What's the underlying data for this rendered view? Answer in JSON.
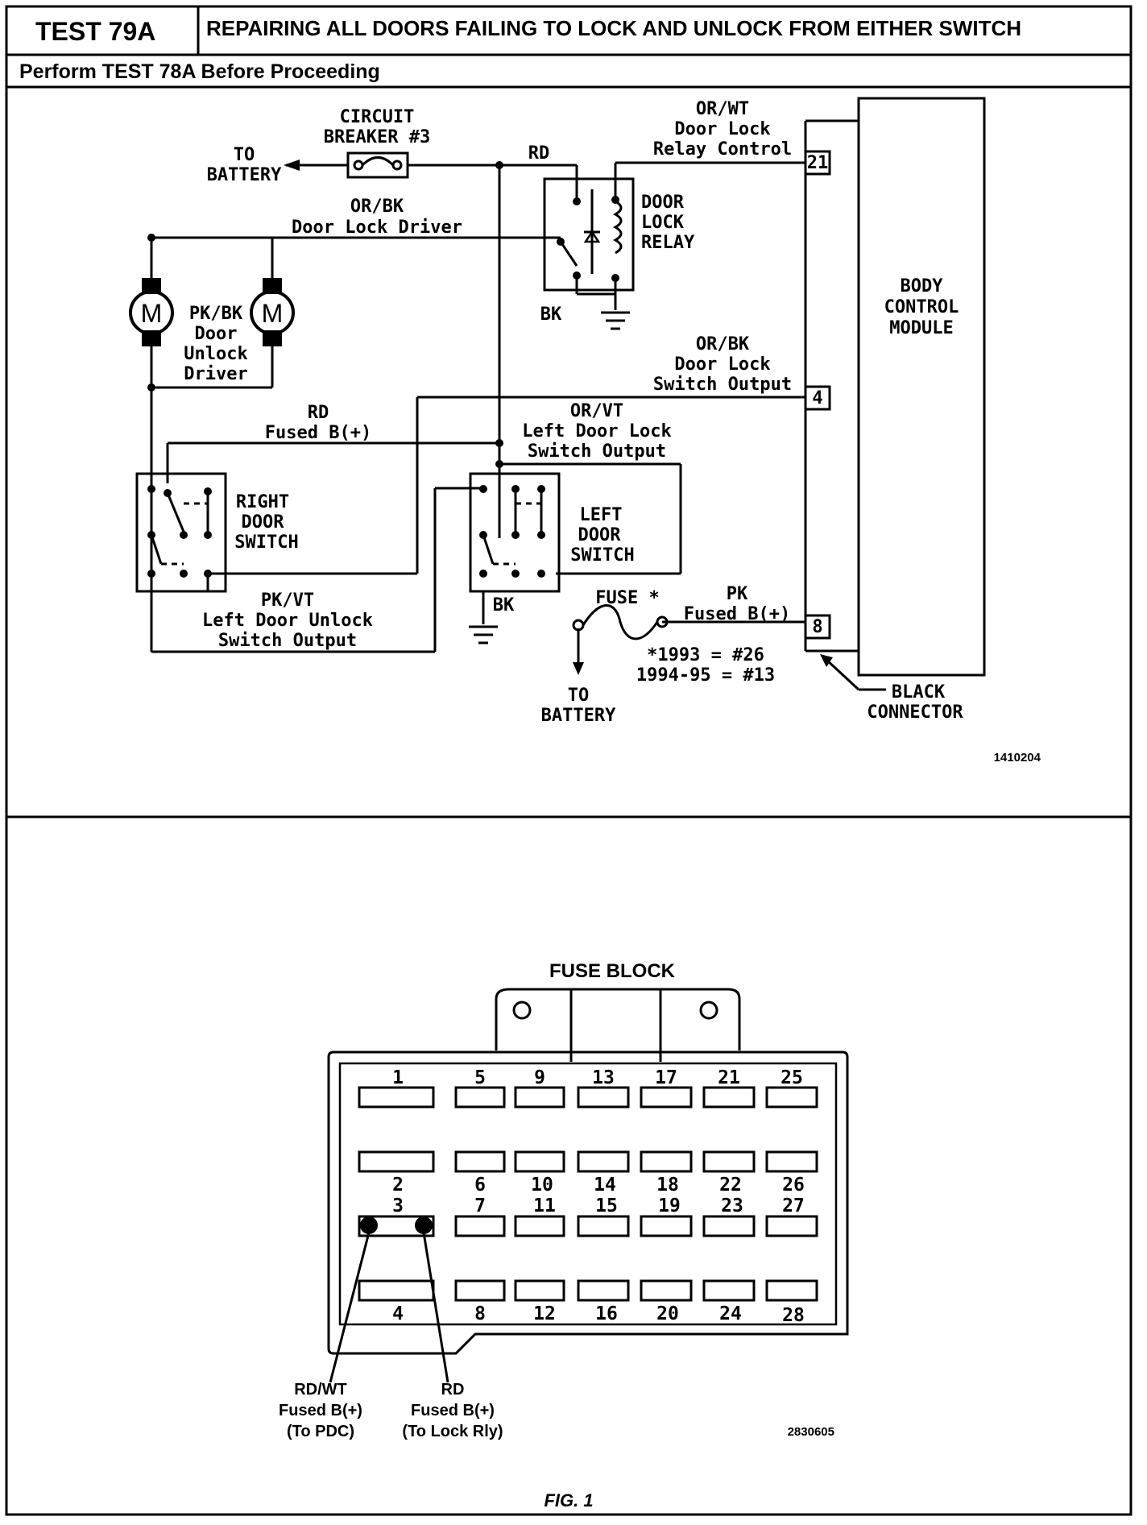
{
  "header": {
    "test_id": "TEST 79A",
    "title": "REPAIRING ALL DOORS FAILING TO LOCK AND UNLOCK FROM EITHER SWITCH",
    "subtitle": "Perform TEST 78A Before Proceeding"
  },
  "schematic": {
    "circuit_breaker": [
      "CIRCUIT",
      "BREAKER #3"
    ],
    "to_battery_top": [
      "TO",
      "BATTERY"
    ],
    "rd_top": "RD",
    "relay_control": [
      "OR/WT",
      "Door Lock",
      "Relay Control"
    ],
    "lock_driver": [
      "OR/BK",
      "Door Lock Driver"
    ],
    "door_lock_relay": [
      "DOOR",
      "LOCK",
      "RELAY"
    ],
    "motor_symbol": "M",
    "unlock_driver": [
      "PK/BK",
      "Door",
      "Unlock",
      "Driver"
    ],
    "bk_relay": "BK",
    "bcm": [
      "BODY",
      "CONTROL",
      "MODULE"
    ],
    "lock_switch_output": [
      "OR/BK",
      "Door Lock",
      "Switch Output"
    ],
    "rd_fused": [
      "RD",
      "Fused B(+)"
    ],
    "left_lock_output": [
      "OR/VT",
      "Left Door Lock",
      "Switch Output"
    ],
    "right_door_switch": [
      "RIGHT",
      "DOOR",
      "SWITCH"
    ],
    "left_door_switch": [
      "LEFT",
      "DOOR",
      "SWITCH"
    ],
    "left_unlock_output": [
      "PK/VT",
      "Left Door Unlock",
      "Switch Output"
    ],
    "bk_left": "BK",
    "fuse_label": "FUSE *",
    "pk_fused": [
      "PK",
      "Fused B(+)"
    ],
    "fuse_years": [
      "*1993 = #26",
      "1994-95 = #13"
    ],
    "to_battery_bottom": [
      "TO",
      "BATTERY"
    ],
    "black_connector": [
      "BLACK",
      "CONNECTOR"
    ],
    "pins": [
      "21",
      "4",
      "8"
    ],
    "figure_code": "1410204"
  },
  "fuse_block": {
    "title": "FUSE BLOCK",
    "row1_labels": [
      "1",
      "5",
      "9",
      "13",
      "17",
      "21",
      "25"
    ],
    "row2_labels": [
      "2",
      "6",
      "10",
      "14",
      "18",
      "22",
      "26"
    ],
    "row3_labels": [
      "3",
      "7",
      "11",
      "15",
      "19",
      "23",
      "27"
    ],
    "row4_labels": [
      "4",
      "8",
      "12",
      "16",
      "20",
      "24",
      "28"
    ],
    "callout_left": [
      "RD/WT",
      "Fused B(+)",
      "(To PDC)"
    ],
    "callout_right": [
      "RD",
      "Fused B(+)",
      "(To Lock Rly)"
    ],
    "figure_code": "2830605"
  },
  "caption": "FIG. 1"
}
